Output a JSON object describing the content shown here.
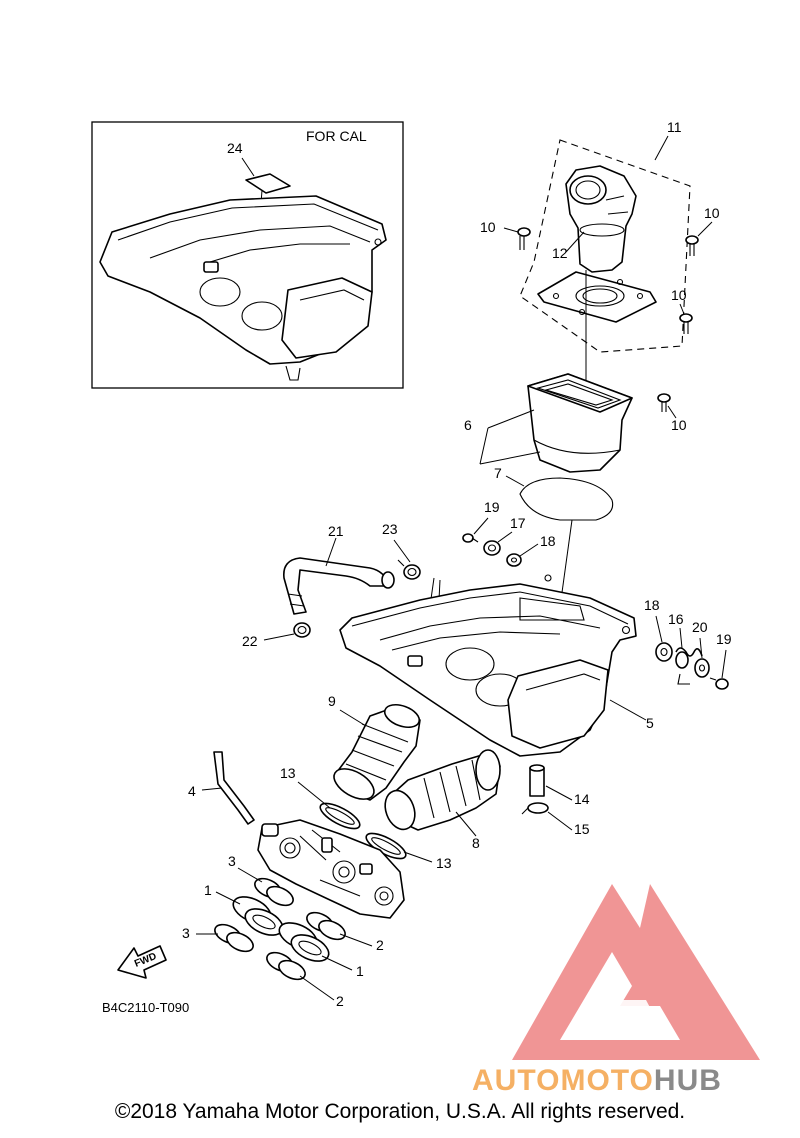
{
  "inset": {
    "label": "FOR CAL"
  },
  "diagram_code": "B4C2110-T090",
  "fwd_label": "FWD",
  "callouts": {
    "c1a": "1",
    "c1b": "1",
    "c2a": "2",
    "c2b": "2",
    "c3a": "3",
    "c3b": "3",
    "c4": "4",
    "c5": "5",
    "c6": "6",
    "c7": "7",
    "c8": "8",
    "c9": "9",
    "c10a": "10",
    "c10b": "10",
    "c10c": "10",
    "c10d": "10",
    "c11": "11",
    "c12": "12",
    "c13a": "13",
    "c13b": "13",
    "c14": "14",
    "c15": "15",
    "c16": "16",
    "c17": "17",
    "c18a": "18",
    "c18b": "18",
    "c19a": "19",
    "c19b": "19",
    "c20": "20",
    "c21": "21",
    "c22": "22",
    "c23": "23",
    "c24": "24"
  },
  "watermark": {
    "part1": "AUTOMOTO",
    "part2": "HUB"
  },
  "copyright": "©2018 Yamaha Motor Corporation, U.S.A. All rights reserved.",
  "colors": {
    "watermark_red": "#ef7d7d",
    "watermark_orange": "#f5b064",
    "watermark_gray": "#8a8a8a"
  }
}
